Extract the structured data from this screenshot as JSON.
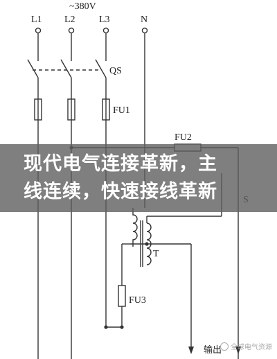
{
  "diagram": {
    "supply_voltage": "~380V",
    "phase_labels": [
      "L1",
      "L2",
      "L3"
    ],
    "neutral_label": "N",
    "switch_label": "QS",
    "fuse1_label": "FU1",
    "fuse2_label": "FU2",
    "fuse3_label": "FU3",
    "transformer_label": "T",
    "partial_label": "S",
    "output_label": "输出"
  },
  "overlay": {
    "title_line1": "现代电气连接革新，主",
    "title_line2": "线连续，快速接线革新"
  },
  "watermark": {
    "text": "全球电气资源"
  }
}
